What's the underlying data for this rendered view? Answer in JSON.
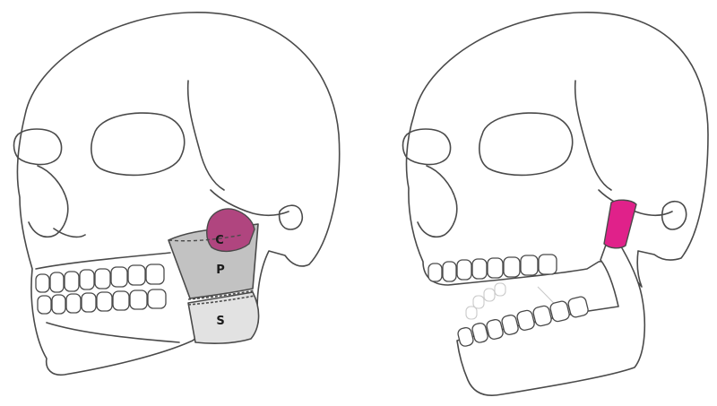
{
  "colors": {
    "outline": "#4a4a4a",
    "condyle_region": "#b0457f",
    "ramus_region": "#c2c2c2",
    "symphysis_region": "#e2e2e2",
    "muscle_highlight": "#e0218a"
  },
  "left_figure": {
    "regions": [
      {
        "id": "condyle",
        "label": "C"
      },
      {
        "id": "ramus",
        "label": "P"
      },
      {
        "id": "symphysis",
        "label": "S"
      }
    ]
  },
  "right_figure": {
    "jaw_state": "open",
    "highlight": "magenta-bar"
  }
}
